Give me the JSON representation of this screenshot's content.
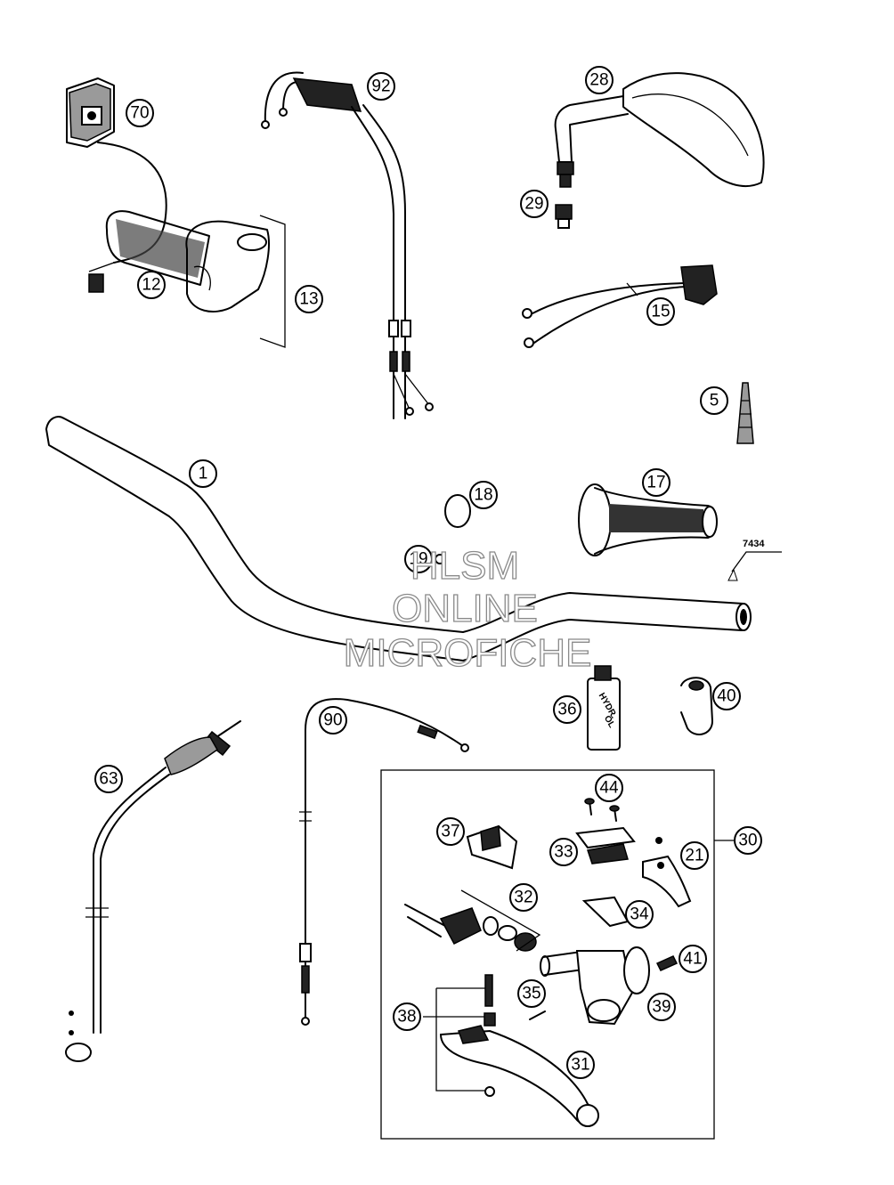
{
  "callouts": {
    "p70": "70",
    "p92": "92",
    "p28": "28",
    "p29": "29",
    "p12": "12",
    "p13": "13",
    "p15": "15",
    "p5": "5",
    "p1": "1",
    "p18": "18",
    "p17": "17",
    "p19": "19",
    "p36": "36",
    "p40": "40",
    "p90": "90",
    "p63": "63",
    "p44": "44",
    "p37": "37",
    "p30": "30",
    "p33": "33",
    "p21": "21",
    "p32": "32",
    "p34": "34",
    "p41": "41",
    "p35": "35",
    "p39": "39",
    "p38": "38",
    "p31": "31"
  },
  "reference_code": "7434",
  "oil_label": {
    "line1": "HYDR.",
    "line2": "ÖL"
  },
  "watermark": {
    "line1": "HLSM",
    "line2": "ONLINE",
    "line3": "MICROFICHE"
  }
}
